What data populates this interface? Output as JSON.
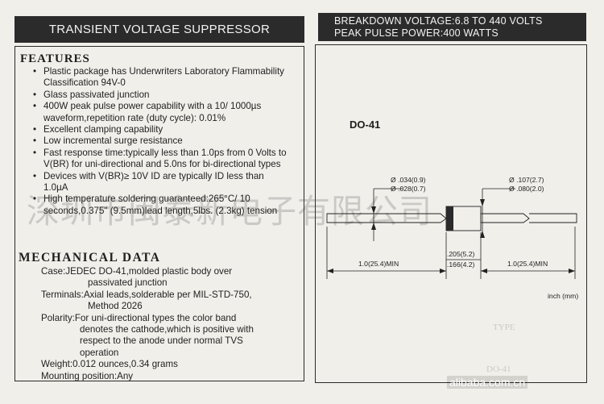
{
  "left_banner": "TRANSIENT VOLTAGE SUPPRESSOR",
  "right_banner": {
    "line1": "BREAKDOWN VOLTAGE:6.8  TO  440  VOLTS",
    "line2": "PEAK PULSE POWER:400  WATTS"
  },
  "features": {
    "heading": "FEATURES",
    "items": [
      "Plastic package has Underwriters Laboratory Flammability Classification 94V-0",
      "Glass passivated junction",
      "400W peak pulse power capability with a 10/ 1000µs waveform,repetition rate (duty cycle): 0.01%",
      "Excellent clamping capability",
      "Low incremental surge resistance",
      "Fast response time:typically less than 1.0ps from 0 Volts to V(BR) for uni-directional and 5.0ns for bi-directional types",
      "Devices with V(BR)≥ 10V ID are typically ID less than 1.0µA",
      "High temperature soldering guaranteed:265°C/ 10 seconds,0.375\" (9.5mm)lead length,5lbs. (2.3kg) tension"
    ]
  },
  "mechanical": {
    "heading": "MECHANICAL  DATA",
    "case1": "Case:JEDEC DO-41,molded plastic body over",
    "case2": "passivated junction",
    "term1": "Terminals:Axial leads,solderable per MIL-STD-750,",
    "term2": "Method 2026",
    "pol1": "Polarity:For uni-directional types the color band",
    "pol2": "denotes the cathode,which is positive with",
    "pol3": "respect to the anode under normal TVS",
    "pol4": "operation",
    "weight": "Weight:0.012 ounces,0.34 grams",
    "mounting": "Mounting position:Any"
  },
  "watermark": "深圳市闽泰新电子有限公司",
  "drawing": {
    "package": "DO-41",
    "lead_dia_max": "Ø .034(0.9)",
    "lead_dia_min": "Ø .028(0.7)",
    "body_dia_max": "Ø .107(2.7)",
    "body_dia_min": "Ø .080(2.0)",
    "left_lead": "1.0(25.4)MIN",
    "right_lead": "1.0(25.4)MIN",
    "body_len_max": ".205(5.2)",
    "body_len_min": ".166(4.2)",
    "units": "inch (mm)"
  },
  "footer_url": "alibaba.com.cn",
  "faded_text": {
    "a": "TYPE",
    "b": "DO-41"
  },
  "colors": {
    "banner": "#2b2b2b",
    "paper": "#f1efea",
    "cathode_band": "#2a2a2a"
  }
}
